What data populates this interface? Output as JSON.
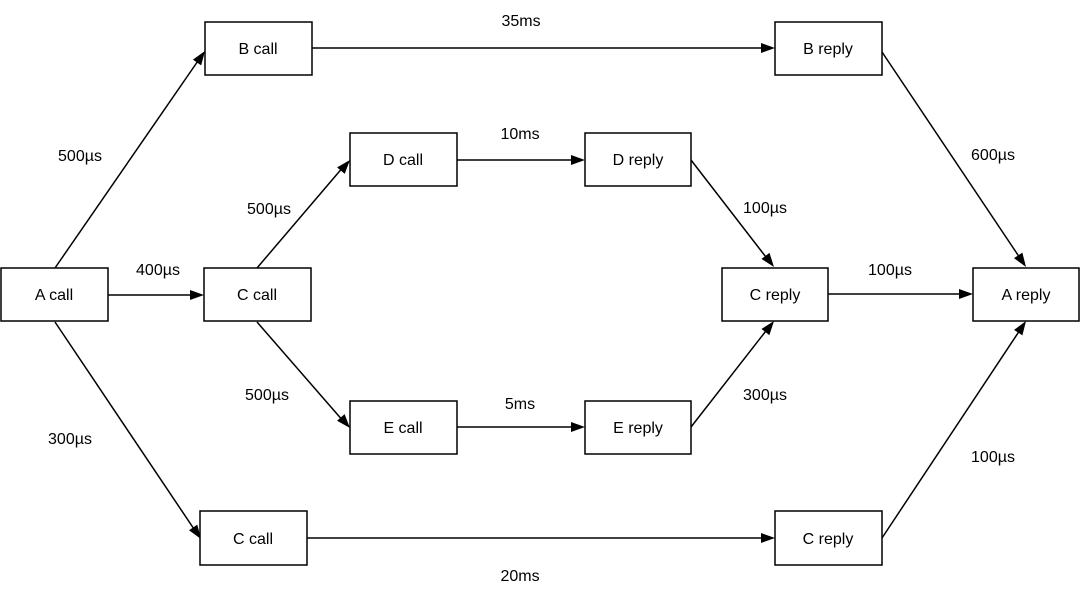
{
  "nodes": {
    "a_call": "A call",
    "b_call": "B call",
    "c_call_mid": "C call",
    "c_call_bottom": "C call",
    "d_call": "D call",
    "e_call": "E call",
    "b_reply": "B reply",
    "d_reply": "D reply",
    "e_reply": "E reply",
    "c_reply_mid": "C reply",
    "c_reply_bottom": "C reply",
    "a_reply": "A reply"
  },
  "edge_labels": {
    "a_call_to_b_call": "500µs",
    "a_call_to_c_call_mid": "400µs",
    "a_call_to_c_call_bottom": "300µs",
    "c_call_to_d_call": "500µs",
    "c_call_to_e_call": "500µs",
    "b_call_to_b_reply": "35ms",
    "d_call_to_d_reply": "10ms",
    "e_call_to_e_reply": "5ms",
    "c_call_bottom_to_c_reply_bottom": "20ms",
    "d_reply_to_c_reply": "100µs",
    "e_reply_to_c_reply": "300µs",
    "b_reply_to_a_reply": "600µs",
    "c_reply_mid_to_a_reply": "100µs",
    "c_reply_bottom_to_a_reply": "100µs"
  }
}
